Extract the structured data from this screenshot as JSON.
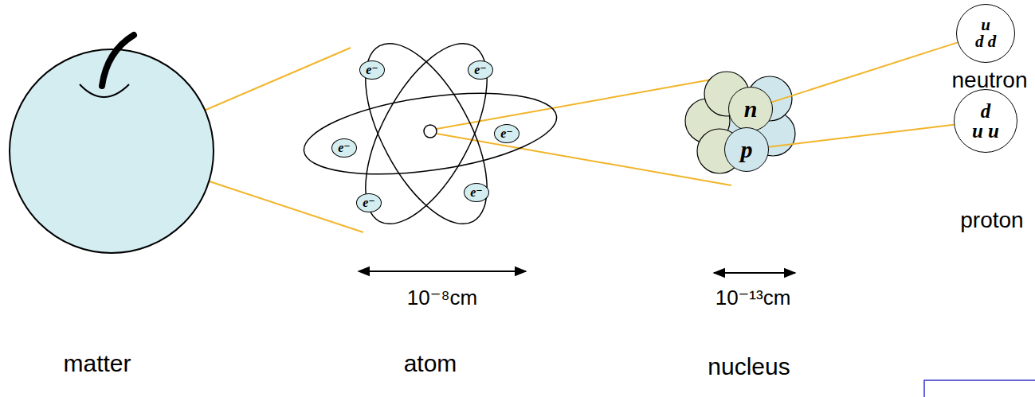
{
  "diagram": {
    "nodes": [
      {
        "text": [
          "e⁻"
        ]
      },
      {
        "text": [
          "e⁻"
        ]
      },
      {
        "text": [
          "e⁻"
        ]
      },
      {
        "text": [
          "e⁻"
        ]
      },
      {
        "text": [
          "e⁻"
        ]
      },
      {
        "text": [
          "e⁻"
        ]
      },
      {
        "text": [
          "n"
        ]
      },
      {
        "text": [
          "p"
        ]
      },
      {
        "text": [
          "u",
          "d d"
        ]
      },
      {
        "text": [
          "d",
          "u u"
        ]
      }
    ],
    "edges": [
      {
        "from": 6,
        "to": 8,
        "arrow": "none"
      },
      {
        "from": 7,
        "to": 9,
        "arrow": "none"
      }
    ],
    "labels": [
      "10⁻⁸cm",
      "10⁻¹³cm",
      "neutron",
      "proton",
      "matter",
      "atom",
      "nucleus"
    ]
  }
}
